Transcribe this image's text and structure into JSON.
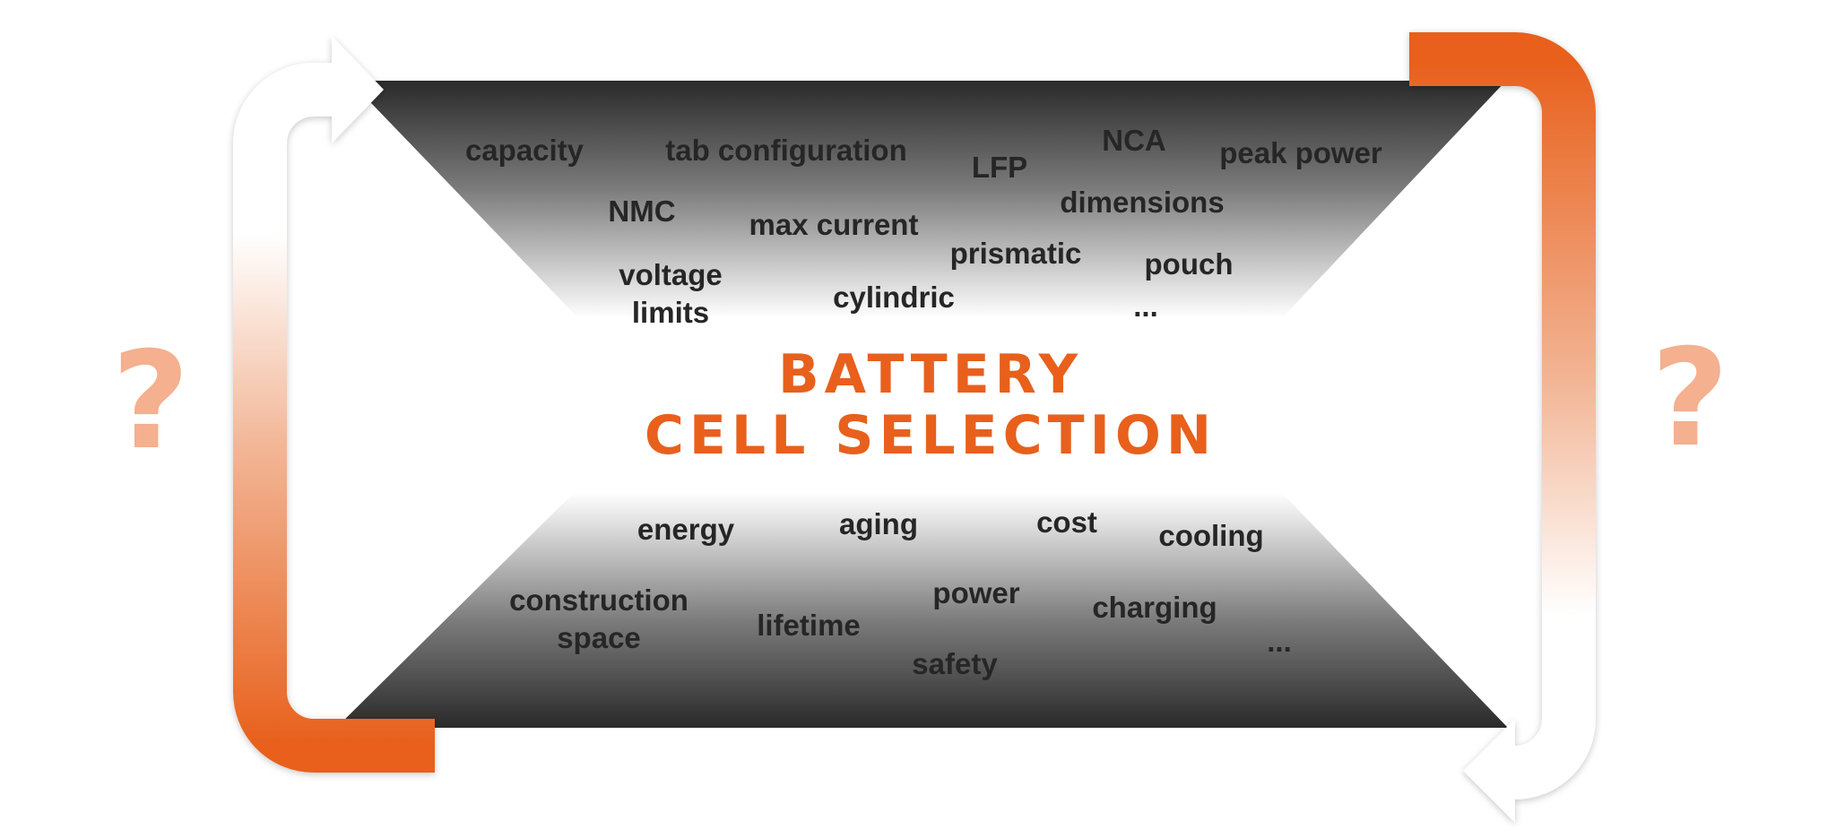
{
  "title": {
    "line1": "BATTERY",
    "line2": "CELL SELECTION"
  },
  "top_terms": [
    "capacity",
    "tab configuration",
    "LFP",
    "NCA",
    "peak power",
    "NMC",
    "max current",
    "dimensions",
    "prismatic",
    "pouch",
    "voltage\nlimits",
    "cylindric",
    "..."
  ],
  "bottom_terms": [
    "energy",
    "aging",
    "cost",
    "cooling",
    "construction\nspace",
    "lifetime",
    "power",
    "charging",
    "safety",
    "..."
  ],
  "question_marks": [
    "?",
    "?"
  ],
  "colors": {
    "accent": "#e8601c",
    "accent_light": "#f4b08f",
    "dark": "#2a2a2a",
    "text": "#262626"
  }
}
